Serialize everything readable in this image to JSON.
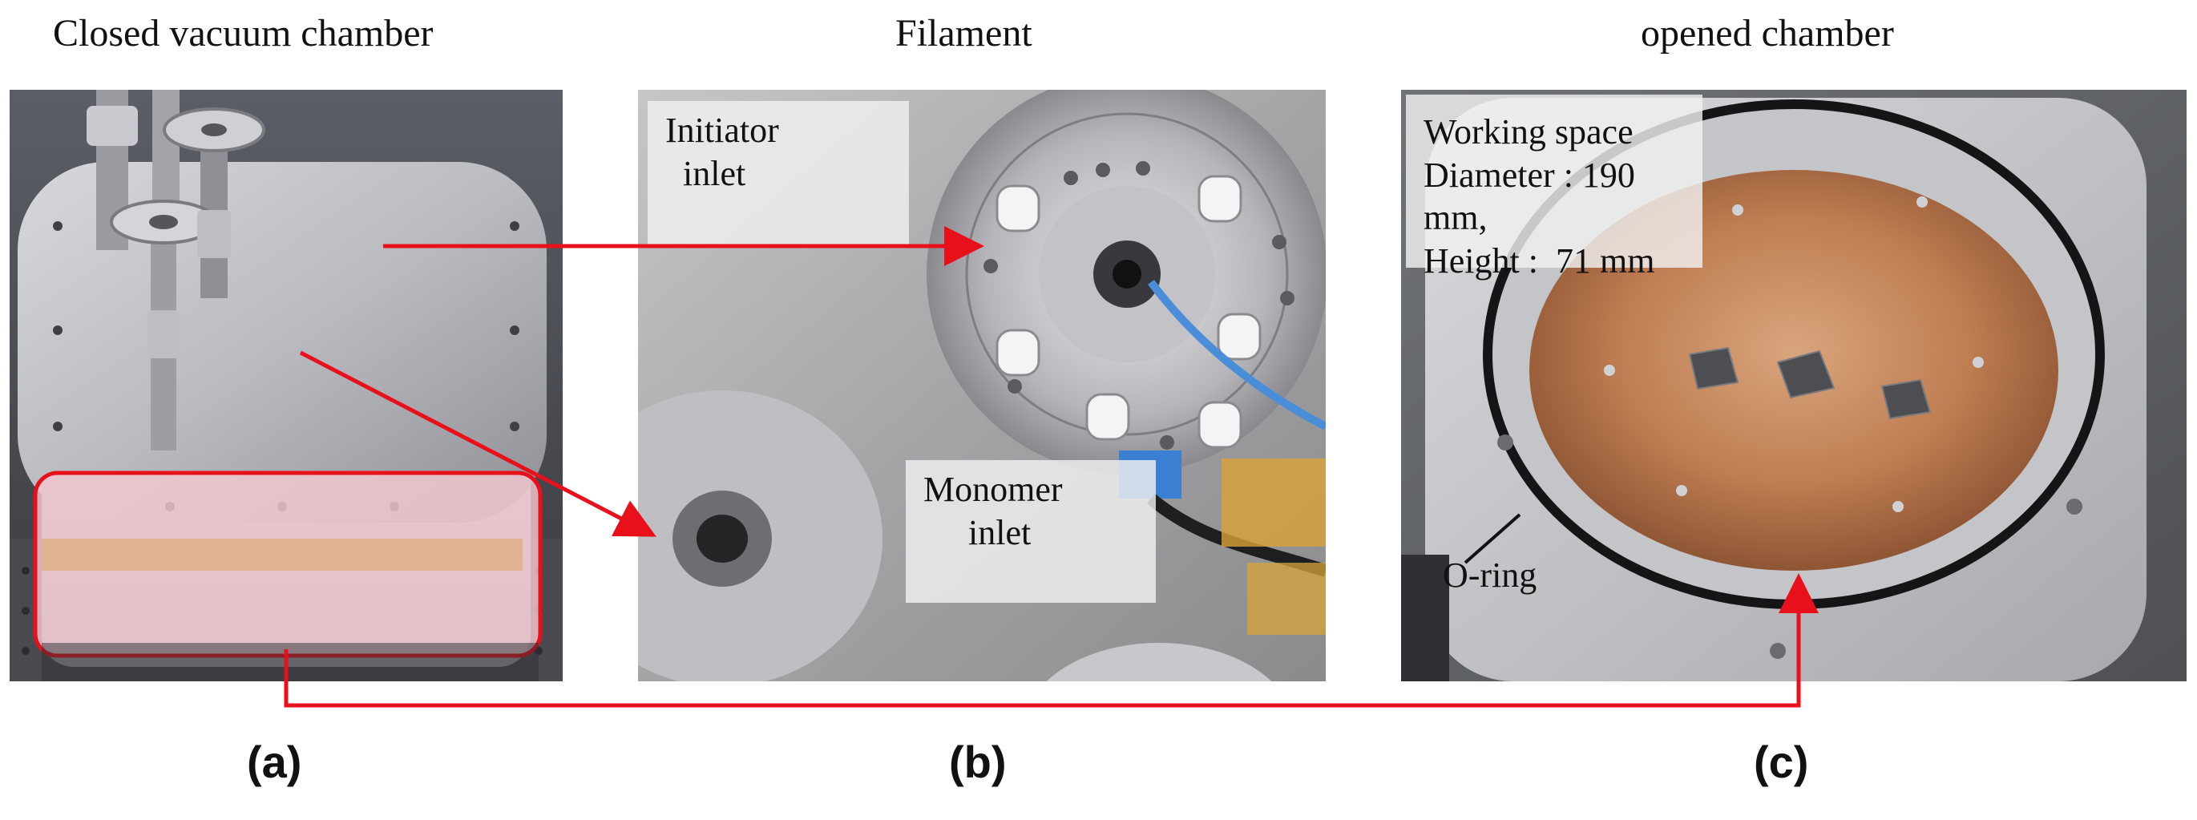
{
  "panels": [
    {
      "title": "Closed vacuum chamber",
      "sublabel": "(a)"
    },
    {
      "title": "Filament",
      "sublabel": "(b)",
      "labels": {
        "initiator_line1": "Initiator",
        "initiator_line2": "inlet",
        "monomer_line1": "Monomer",
        "monomer_line2": "inlet"
      }
    },
    {
      "title": "opened chamber",
      "sublabel": "(c)",
      "labels": {
        "ws_line1": "Working space",
        "ws_line2": "Diameter : 190 mm,",
        "ws_line3": "Height :  71 mm",
        "oring": "O-ring"
      }
    }
  ],
  "colors": {
    "arrow": "#e8101a",
    "highlight_fill": "#f3c8cf",
    "metal": "#a9a9a9"
  }
}
